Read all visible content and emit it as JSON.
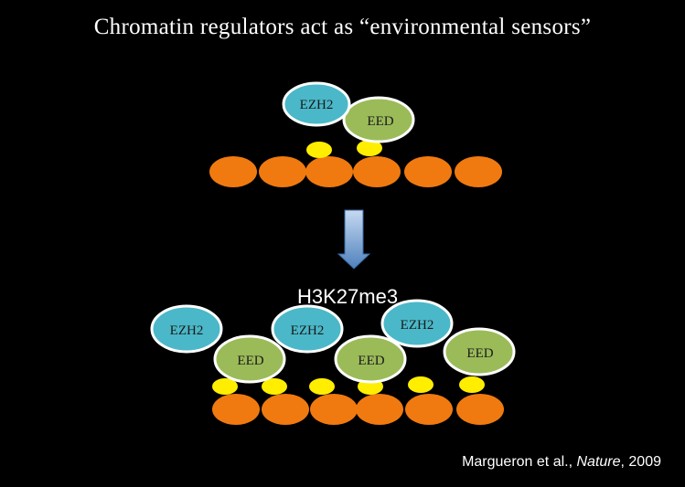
{
  "title": "Chromatin regulators act as “environmental sensors”",
  "modification_label": "H3K27me3",
  "citation": {
    "authors": "Margueron et al., ",
    "journal": "Nature",
    "year_text": ", 2009"
  },
  "proteins": {
    "ezh2": "EZH2",
    "eed": "EED"
  },
  "colors": {
    "background": "#000000",
    "nucleosome": "#f07a10",
    "histone_mark": "#ffee00",
    "ezh2_fill": "#4ab8c8",
    "eed_fill": "#9bbb59",
    "outline": "#ffffff",
    "arrow": "#4f81bd"
  }
}
